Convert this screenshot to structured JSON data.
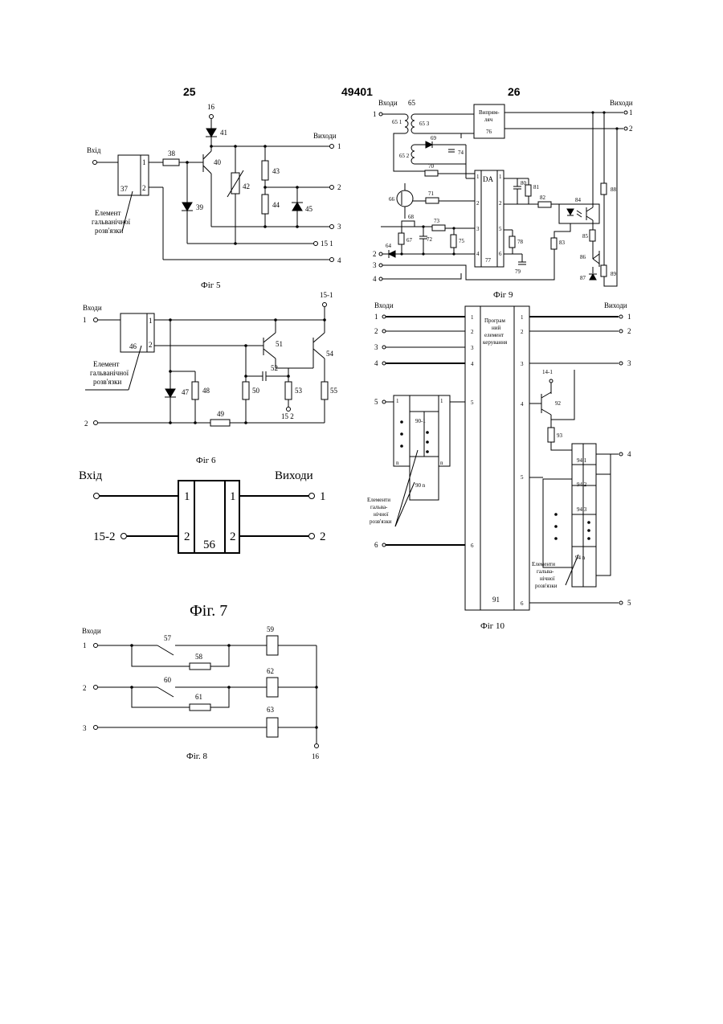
{
  "header": {
    "left_page": "25",
    "patent_number": "49401",
    "right_page": "26"
  },
  "fig5": {
    "caption": "Фіг 5",
    "input_label": "Вхід",
    "outputs_label": "Виходи",
    "element_label": [
      "Елемент",
      "гальванічної",
      "розв'язки"
    ],
    "refs": {
      "r16": "16",
      "r41": "41",
      "r38": "38",
      "r40": "40",
      "r37": "37",
      "r42": "42",
      "r43": "43",
      "r44": "44",
      "r45": "45",
      "r39": "39"
    },
    "pins": [
      "1",
      "2"
    ],
    "out_nums": [
      "1",
      "2",
      "3",
      "15 1",
      "4"
    ]
  },
  "fig6": {
    "caption": "Фіг 6",
    "inputs_label": "Входи",
    "element_label": [
      "Елемент",
      "гальванічної",
      "розв'язки"
    ],
    "refs": {
      "r15_1": "15-1",
      "r46": "46",
      "r51": "51",
      "r54": "54",
      "r52": "52",
      "r47": "47",
      "r48": "48",
      "r50": "50",
      "r53": "53",
      "r15_2": "15 2",
      "r55": "55",
      "r49": "49"
    },
    "pins": [
      "1",
      "2"
    ],
    "in_nums": [
      "1",
      "2"
    ]
  },
  "fig7": {
    "caption": "Фіг. 7",
    "input_label": "Вхід",
    "outputs_label": "Виходи",
    "left_term": "15-2",
    "block": "56",
    "pins": [
      "1",
      "2"
    ],
    "out_nums": [
      "1",
      "2"
    ]
  },
  "fig8": {
    "caption": "Фіг. 8",
    "inputs_label": "Входи",
    "refs": {
      "r57": "57",
      "r58": "58",
      "r59": "59",
      "r60": "60",
      "r61": "61",
      "r62": "62",
      "r63": "63",
      "r16": "16"
    },
    "in_nums": [
      "1",
      "2",
      "3"
    ]
  },
  "fig9": {
    "caption": "Фіг 9",
    "inputs_label": "Входи",
    "outputs_label": "Виходи",
    "rectifier": [
      "Випрям-",
      "ляч",
      "76"
    ],
    "da": "DA",
    "refs": {
      "r65": "65",
      "r65_1": "65 1",
      "r65_2": "65 2",
      "r65_3": "65 3",
      "r69": "69",
      "r74": "74",
      "r70": "70",
      "r66": "66",
      "r71": "71",
      "r68": "68",
      "r73": "73",
      "r67": "67",
      "r72": "72",
      "r75": "75",
      "r64": "64",
      "r77": "77",
      "r80": "80",
      "r81": "81",
      "r82": "82",
      "r84": "84",
      "r78": "78",
      "r79": "79",
      "r83": "83",
      "r88": "88",
      "r85": "85",
      "r86": "86",
      "r87": "87",
      "r89": "89"
    },
    "in_nums": [
      "1",
      "2",
      "3",
      "4"
    ],
    "out_nums": [
      "1",
      "2"
    ]
  },
  "fig10": {
    "caption": "Фіг 10",
    "inputs_label": "Входи",
    "outputs_label": "Виходи",
    "controller": [
      "Програм",
      "ний",
      "елемент",
      "керування"
    ],
    "block": "91",
    "refs": {
      "r14_1": "14-1",
      "r92": "92",
      "r93": "93",
      "r90_1": "90-1",
      "r90_n": "90 n",
      "r94_1": "94 1",
      "r94_2": "94 2",
      "r94_3": "94 3",
      "r94_n": "94 n"
    },
    "element_label_left": [
      "Елементи",
      "гальва-",
      "нічної",
      "розв'язки"
    ],
    "element_label_right": [
      "Елементи",
      "гальва-",
      "нічної",
      "розв'язки"
    ],
    "in_nums": [
      "1",
      "2",
      "3",
      "4",
      "5",
      "6"
    ],
    "out_nums": [
      "1",
      "2",
      "3",
      "4",
      "5"
    ],
    "left_pins": [
      "1",
      "2",
      "3",
      "4",
      "5",
      "6"
    ],
    "right_pins": [
      "1",
      "2",
      "3",
      "4",
      "5",
      "6"
    ]
  }
}
